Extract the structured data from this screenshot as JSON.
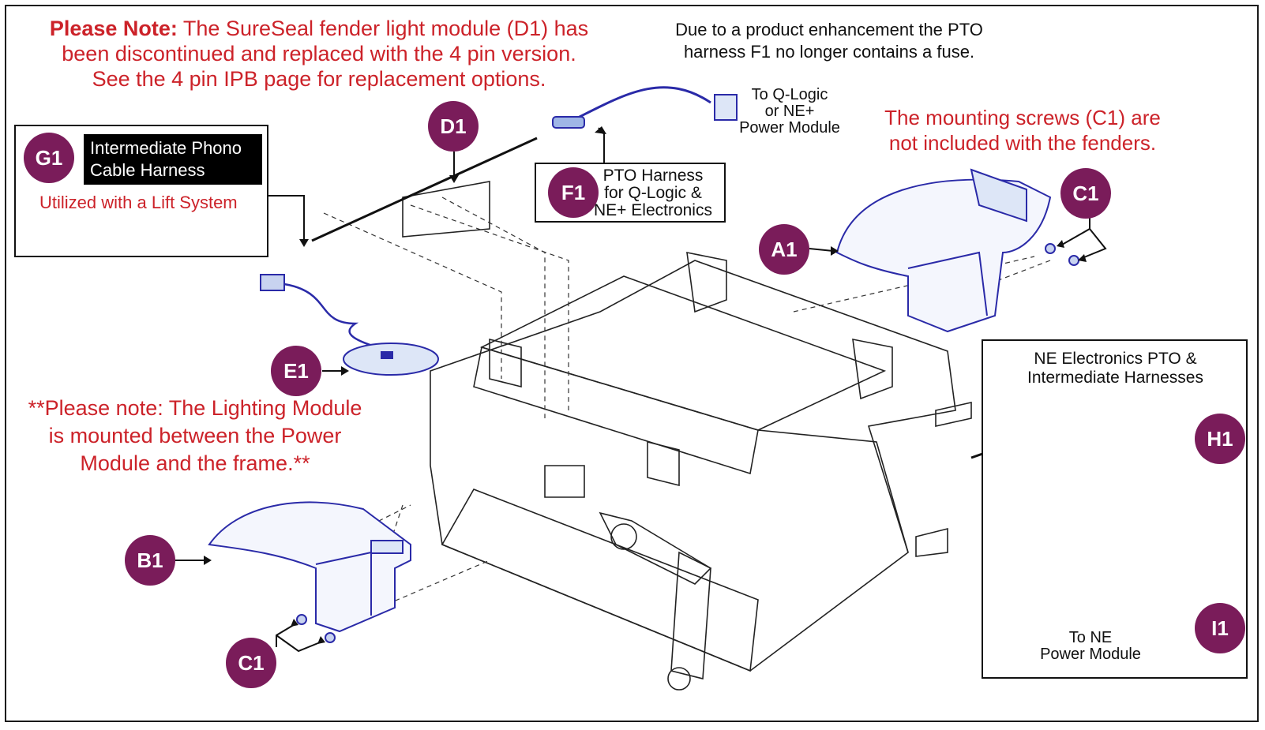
{
  "notes": {
    "top_left_bold": "Please Note:",
    "top_left_line1_rest": " The SureSeal fender light module (D1) has",
    "top_left_line2": "been discontinued and replaced with the 4 pin version.",
    "top_left_line3": "See the 4 pin IPB page for replacement options.",
    "top_center_line1": "Due to a product enhancement the PTO",
    "top_center_line2": "harness F1 no longer contains a fuse.",
    "right_red_line1": "The mounting screws (C1) are",
    "right_red_line2": "not included with the fenders.",
    "left_red_line1": "**Please note: The Lighting Module",
    "left_red_line2": "is mounted between the Power",
    "left_red_line3": "Module and the frame.**"
  },
  "labels": {
    "to_qlogic_line1": "To Q-Logic",
    "to_qlogic_line2": "or NE+",
    "to_qlogic_line3": "Power Module",
    "f1_line1": "PTO Harness",
    "f1_line2": "for Q-Logic &",
    "f1_line3": "NE+ Electronics",
    "g1_line1": "Intermediate Phono",
    "g1_line2": "Cable Harness",
    "g1_sub": "Utilized with a Lift System",
    "ne_line1": "NE Electronics PTO &",
    "ne_line2": "Intermediate Harnesses",
    "to_ne_line1": "To NE",
    "to_ne_line2": "Power Module"
  },
  "callouts": {
    "D1": "D1",
    "G1": "G1",
    "F1": "F1",
    "A1": "A1",
    "C1_right": "C1",
    "E1": "E1",
    "H1": "H1",
    "B1": "B1",
    "C1_left": "C1",
    "I1": "I1"
  },
  "colors": {
    "note_red": "#cc2229",
    "callout_purple": "#7a1c5a",
    "part_blue": "#2a2aa8",
    "line_black": "#111111"
  }
}
